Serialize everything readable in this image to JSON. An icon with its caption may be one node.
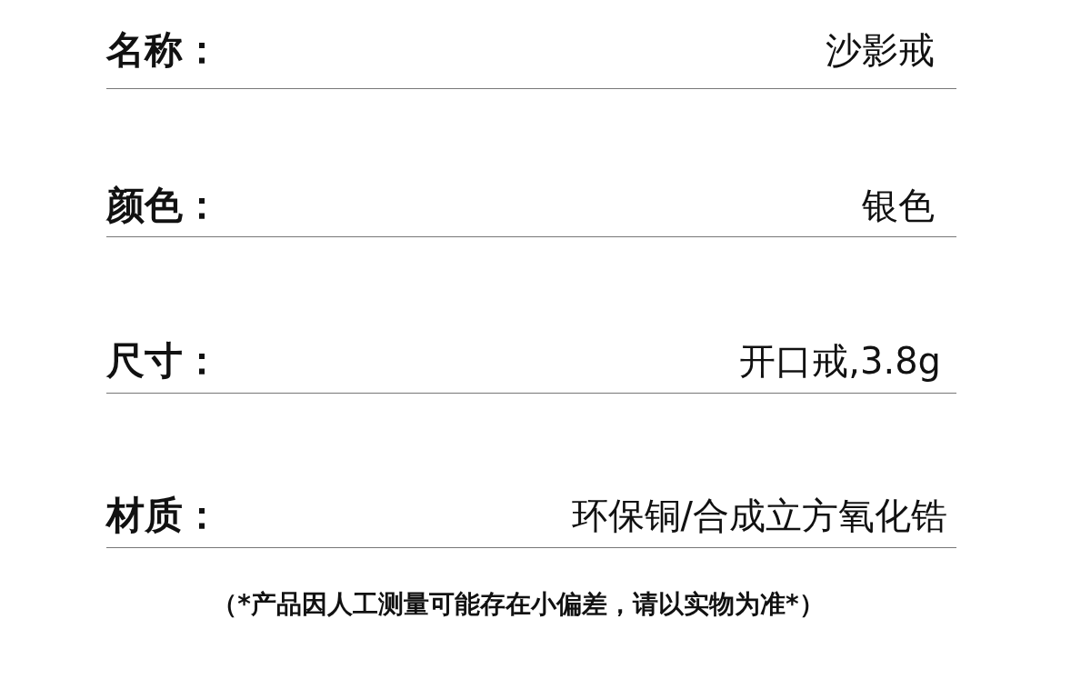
{
  "diagram": {
    "labels": [
      "名称：",
      "沙影戒",
      "颜色：",
      "银色",
      "尺寸：",
      "开口戒,3.8g",
      "材质：",
      "环保铜/合成立方氧化锆",
      "（*产品因人工测量可能存在小偏差，请以实物为准*）"
    ]
  }
}
